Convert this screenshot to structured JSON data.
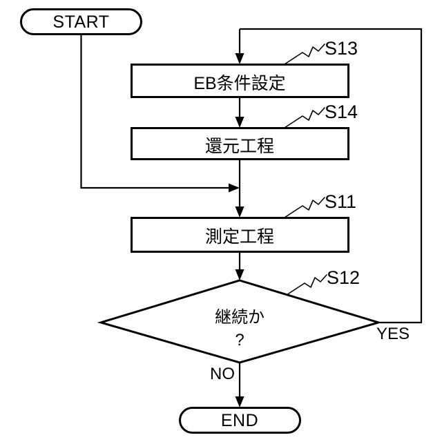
{
  "diagram": {
    "type": "flowchart",
    "title": "",
    "background_color": "#ffffff",
    "line_color": "#000000",
    "nodes": {
      "start": {
        "label": "START",
        "shape": "terminator"
      },
      "eb_condition": {
        "label": "EB条件設定",
        "shape": "process",
        "step": "S13"
      },
      "reduction": {
        "label": "還元工程",
        "shape": "process",
        "step": "S14"
      },
      "measurement": {
        "label": "測定工程",
        "shape": "process",
        "step": "S11"
      },
      "decision": {
        "label_line1": "継続か",
        "label_line2": "?",
        "shape": "decision",
        "step": "S12"
      },
      "end": {
        "label": "END",
        "shape": "terminator"
      }
    },
    "branches": {
      "yes": "YES",
      "no": "NO"
    },
    "step_tags": {
      "s13": "S13",
      "s14": "S14",
      "s11": "S11",
      "s12": "S12"
    }
  }
}
